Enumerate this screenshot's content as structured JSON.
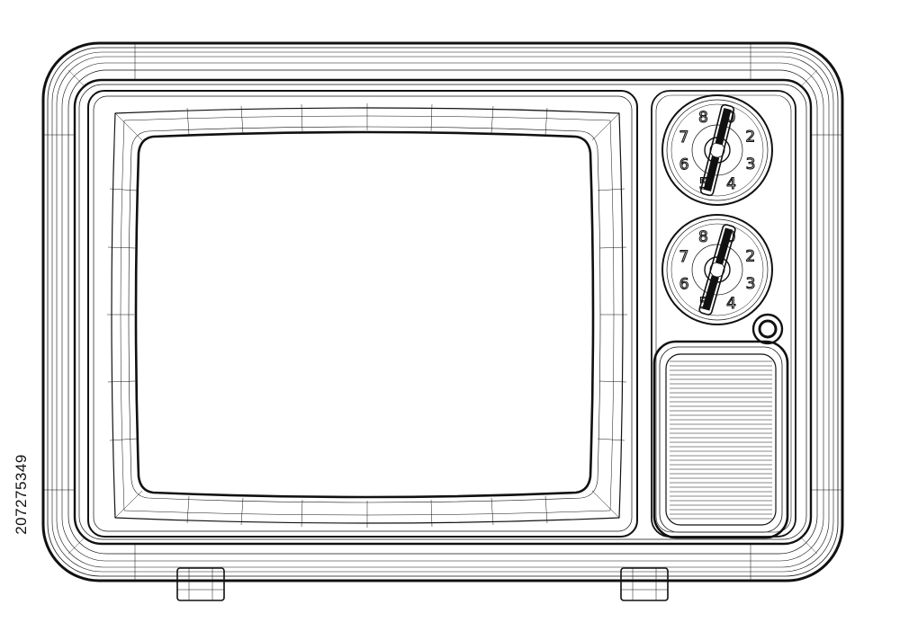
{
  "scene": {
    "subject": "tv-wireframe",
    "stroke_color": "#111111",
    "background_color": "#ffffff",
    "icons": [
      "tv-body",
      "tv-screen",
      "channel-dial-icon",
      "channel-dial-icon",
      "power-knob-icon",
      "speaker-grille",
      "tv-foot",
      "tv-foot"
    ]
  },
  "dials": [
    {
      "numbers": [
        "0",
        "2",
        "3",
        "4",
        "5",
        "6",
        "7",
        "8"
      ]
    },
    {
      "numbers": [
        "0",
        "2",
        "3",
        "4",
        "5",
        "6",
        "7",
        "8"
      ]
    }
  ],
  "watermark_id": "207275349"
}
